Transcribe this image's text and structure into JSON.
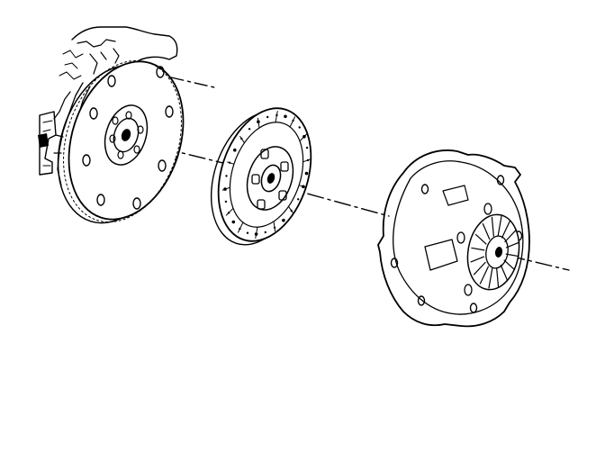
{
  "colors": {
    "background": "#ffffff",
    "ink": "#000000"
  },
  "components": [
    {
      "id": "flywheel",
      "icon": "flywheel-icon"
    },
    {
      "id": "clutch-disc",
      "icon": "clutch-disc-icon"
    },
    {
      "id": "pressure-plate",
      "icon": "pressure-plate-icon"
    }
  ]
}
